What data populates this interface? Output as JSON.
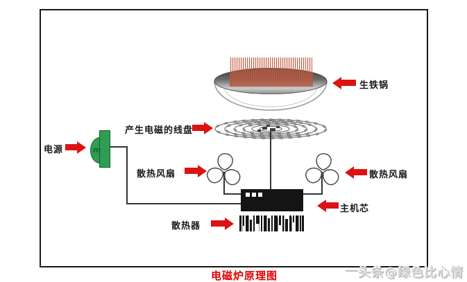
{
  "diagram": {
    "labels": {
      "power": "电源",
      "coil": "产生电磁的线盘",
      "fan_left": "散热风扇",
      "fan_right": "散热风扇",
      "pot": "生铁锅",
      "mainboard": "主机芯",
      "heatsink": "散热器"
    },
    "plug_mark": "m",
    "title": "电磁炉原理图",
    "watermark": "头条@绿色比心情"
  },
  "colors": {
    "arrow": "#dd1212",
    "title": "#e00000",
    "plug": "#2f9e52",
    "plug-border": "#0a5c28",
    "field": "#c25a40",
    "wire": "#333333",
    "label": "#1a1a1a"
  }
}
